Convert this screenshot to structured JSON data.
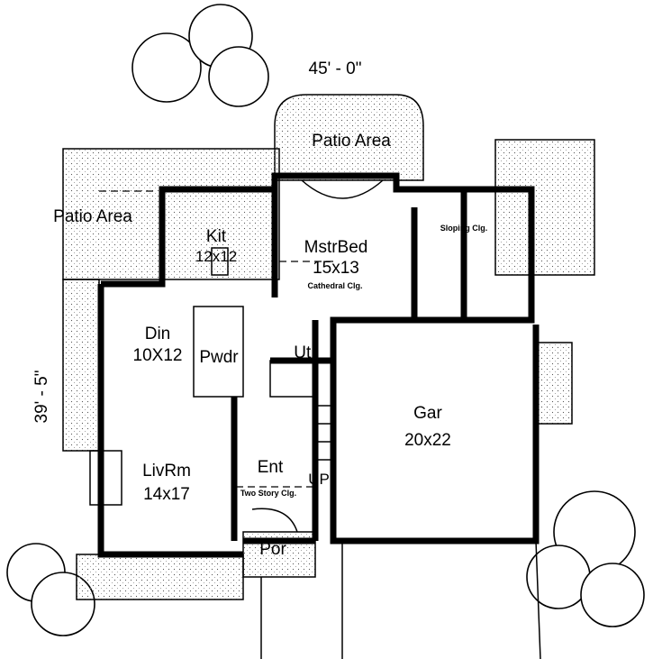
{
  "dimensions": {
    "width": "45' - 0\"",
    "depth": "39' - 5\""
  },
  "areas": {
    "patio_top": "Patio Area",
    "patio_left": "Patio Area"
  },
  "rooms": {
    "kitchen": {
      "name": "Kit",
      "size": "12x12"
    },
    "master_bed": {
      "name": "MstrBed",
      "size": "15x13",
      "note": "Cathedral Clg."
    },
    "bath_note": "Sloping Clg.",
    "dining": {
      "name": "Din",
      "size": "10X12"
    },
    "powder": {
      "name": "Pwdr"
    },
    "utility": {
      "name": "Util"
    },
    "garage": {
      "name": "Gar",
      "size": "20x22"
    },
    "living": {
      "name": "LivRm",
      "size": "14x17"
    },
    "entry": {
      "name": "Ent",
      "note": "Two Story Clg."
    },
    "stairs": "UP",
    "porch": {
      "name": "Por"
    }
  }
}
